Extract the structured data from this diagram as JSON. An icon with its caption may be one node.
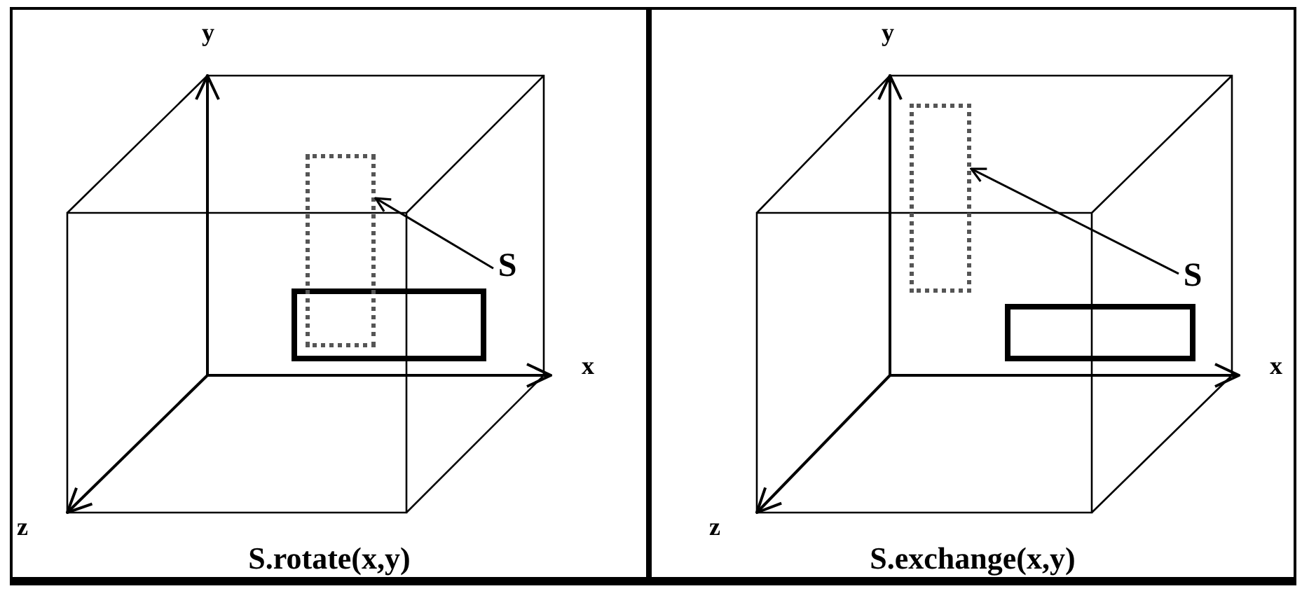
{
  "diagram": {
    "nodes": [
      {
        "text": [
          "S.rotate(x,y)"
        ]
      },
      {
        "text": [
          "S"
        ],
        "in": 0
      },
      {
        "text": [],
        "shape": "box",
        "in": 0
      },
      {
        "text": [],
        "shape": "box",
        "in": 0
      },
      {
        "text": [
          "S.exchange(x,y)"
        ]
      },
      {
        "text": [
          "S"
        ],
        "in": 4
      },
      {
        "text": [],
        "shape": "box",
        "in": 4
      },
      {
        "text": [],
        "shape": "box",
        "in": 4
      }
    ],
    "edges": [
      {
        "from": 1,
        "to": 3,
        "arrow": "to"
      },
      {
        "from": 5,
        "to": 7,
        "arrow": "to"
      }
    ],
    "labels": [
      "y",
      "x",
      "z",
      "y",
      "x",
      "z"
    ]
  }
}
